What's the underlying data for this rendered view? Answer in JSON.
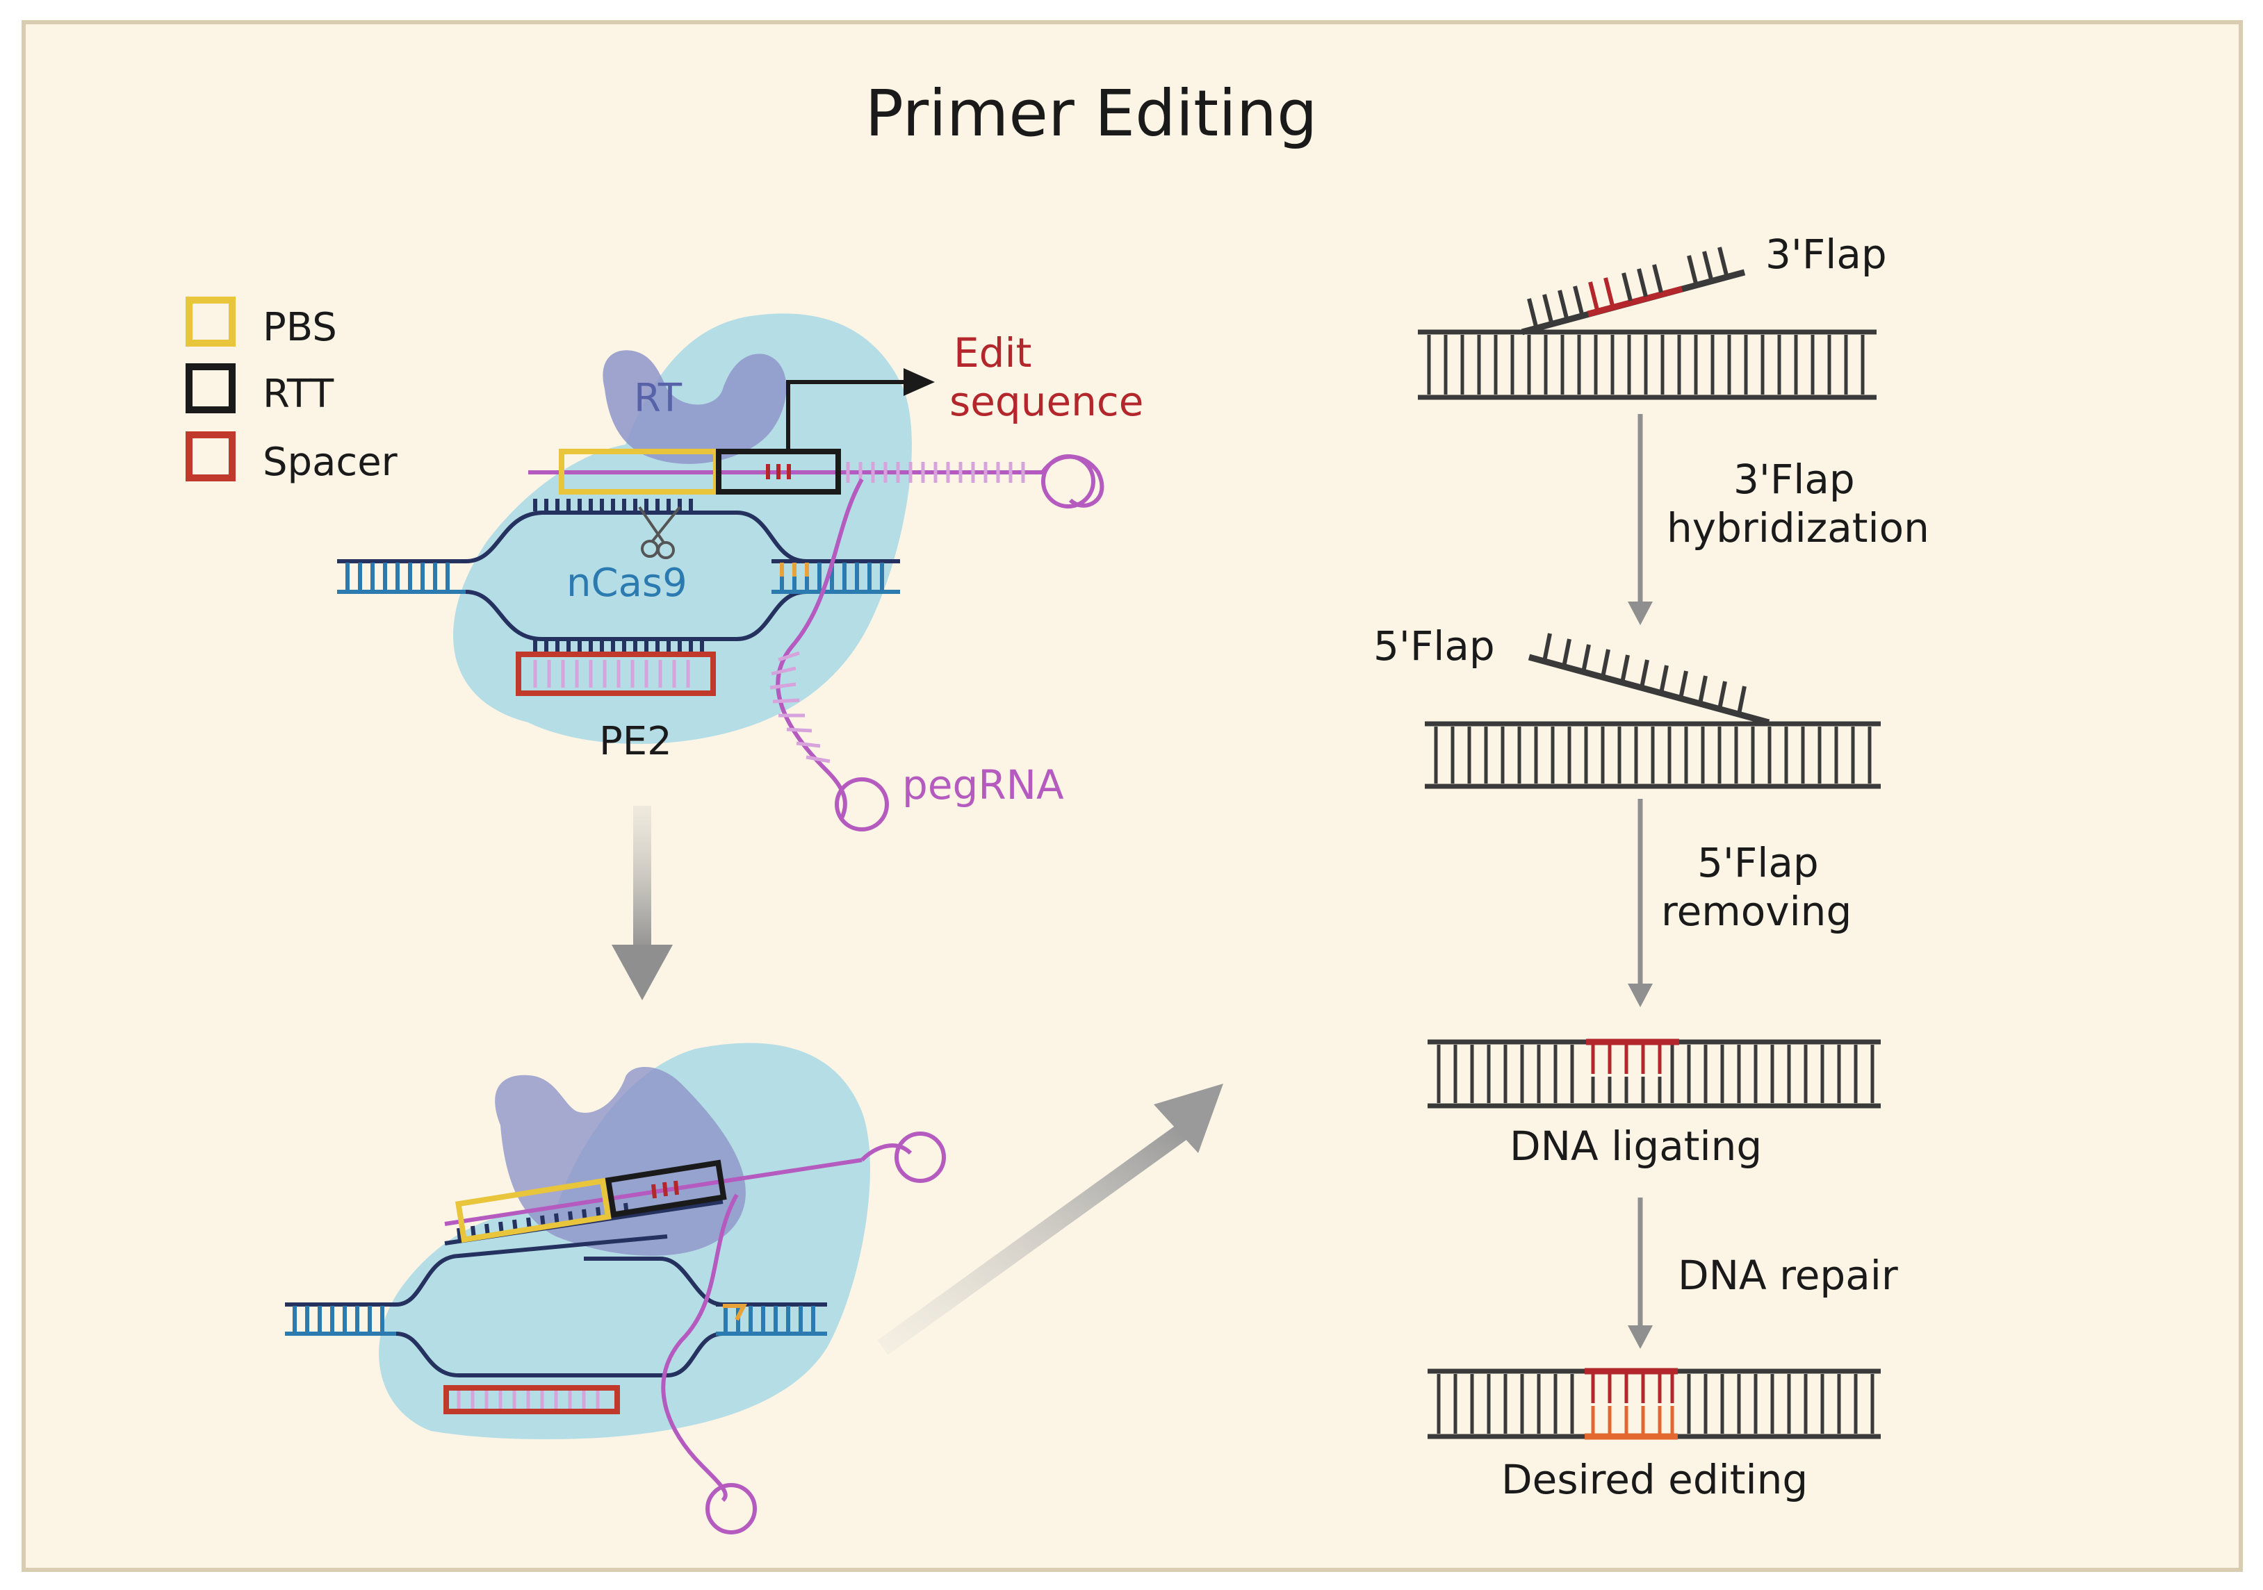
{
  "title": "Primer Editing",
  "legend": [
    {
      "label": "PBS",
      "color": "#e8c53a"
    },
    {
      "label": "RTT",
      "color": "#1a1a1a"
    },
    {
      "label": "Spacer",
      "color": "#c0392b"
    }
  ],
  "pe2": {
    "rt_label": "RT",
    "ncas9_label": "nCas9",
    "complex_label": "PE2",
    "pegrna_label": "pegRNA",
    "edit_label_line1": "Edit",
    "edit_label_line2": "sequence"
  },
  "steps": {
    "flap3": "3'Flap",
    "hyb_line1": "3'Flap",
    "hyb_line2": "hybridization",
    "flap5": "5'Flap",
    "remove_line1": "5'Flap",
    "remove_line2": "removing",
    "ligating": "DNA ligating",
    "repair": "DNA repair",
    "desired": "Desired editing"
  },
  "colors": {
    "background": "#fcf5e6",
    "border": "#d9cdb1",
    "dna": "#3a3a3a",
    "edit": "#b3262b",
    "edit_orange": "#e2682f",
    "pegrna": "#b55bbf",
    "dna_blue": "#2b7bb0",
    "dna_navy": "#25315f",
    "cas9": "#a8d8e5",
    "rt": "#8e95c9",
    "arrow_grey": "#9a9a9a"
  }
}
